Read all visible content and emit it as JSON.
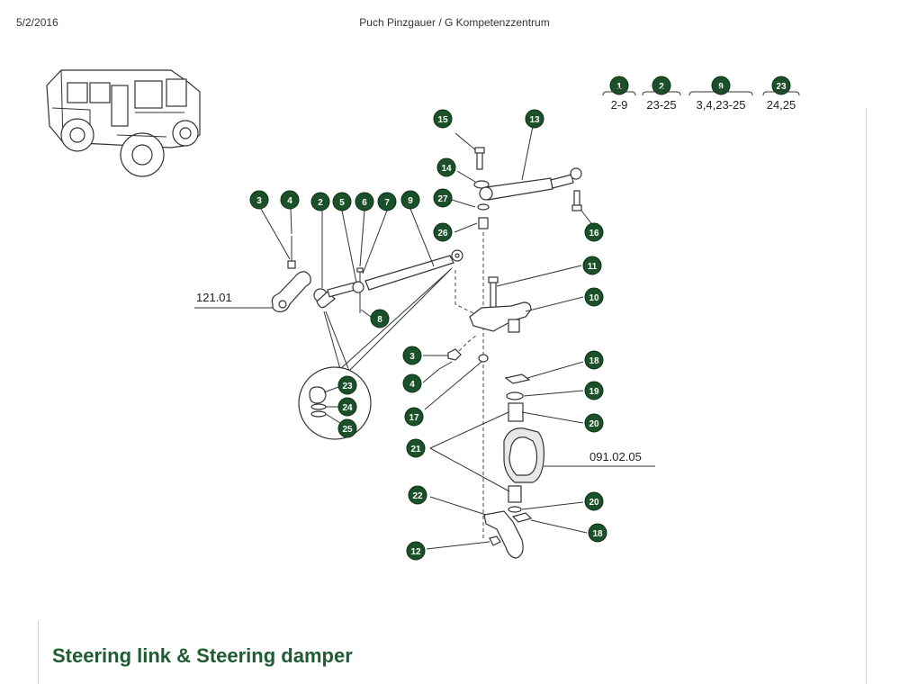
{
  "header": {
    "date": "5/2/2016",
    "title": "Puch Pinzgauer / G Kompetenzzentrum"
  },
  "legend": [
    {
      "badge": "1",
      "range": "2-9"
    },
    {
      "badge": "2",
      "range": "23-25"
    },
    {
      "badge": "9",
      "range": "3,4,23-25"
    },
    {
      "badge": "23",
      "range": "24,25"
    }
  ],
  "callouts": {
    "c3a": "3",
    "c4a": "4",
    "c2": "2",
    "c5": "5",
    "c6": "6",
    "c7": "7",
    "c9": "9",
    "c8": "8",
    "c15": "15",
    "c13": "13",
    "c14": "14",
    "c27": "27",
    "c26": "26",
    "c16": "16",
    "c11": "11",
    "c10": "10",
    "c3b": "3",
    "c4b": "4",
    "c17": "17",
    "c18a": "18",
    "c19": "19",
    "c20a": "20",
    "c21": "21",
    "c22": "22",
    "c20b": "20",
    "c18b": "18",
    "c12": "12",
    "c23": "23",
    "c24": "24",
    "c25": "25"
  },
  "references": {
    "ref1": "121.01",
    "ref2": "091.02.05"
  },
  "caption": "Steering link & Steering damper",
  "colors": {
    "badge": "#1a5128",
    "caption": "#1f5c32"
  }
}
